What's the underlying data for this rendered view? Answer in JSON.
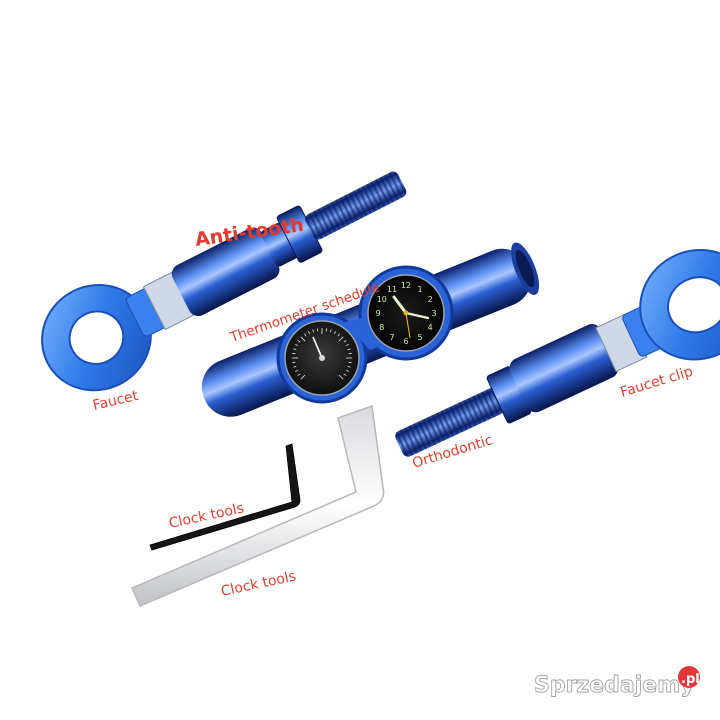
{
  "labels": {
    "anti_tooth": "Anti-tooth",
    "thermometer_schedule": "Thermometer schedule",
    "faucet": "Faucet",
    "faucet_clip": "Faucet clip",
    "orthodontic": "Orthodontic",
    "clock_tools_black": "Clock tools",
    "clock_tools_silver": "Clock tools"
  },
  "clock": {
    "hours": [
      "12",
      "1",
      "2",
      "3",
      "4",
      "5",
      "6",
      "7",
      "8",
      "9",
      "10",
      "11"
    ]
  },
  "watermark": {
    "brand": "Sprzedajemy",
    "tld": ".pl"
  },
  "colors": {
    "blue": "#2b5fd0",
    "blue_dark": "#0f2a78",
    "label_red": "#e0402f",
    "lume": "#c8ee9a"
  }
}
